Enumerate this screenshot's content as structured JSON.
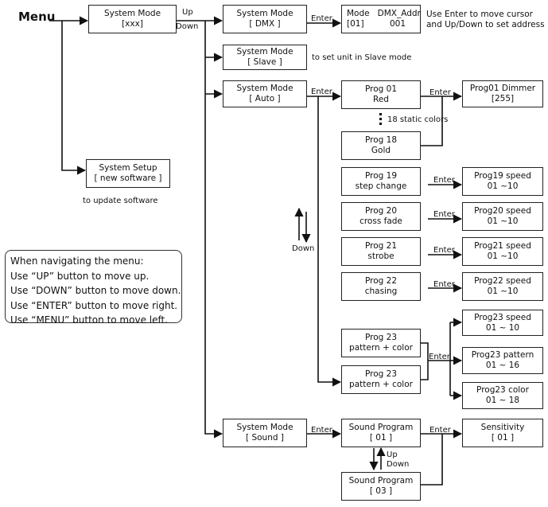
{
  "menu_label": "Menu",
  "transitions": {
    "up": "Up",
    "down": "Down",
    "enter": "Enter"
  },
  "system_mode_xxx": [
    "System Mode",
    "[xxx]"
  ],
  "system_setup": [
    "System Setup",
    "[ new software ]"
  ],
  "system_setup_note": "to update software",
  "dmx": {
    "mode": [
      "System Mode",
      "[ DMX ]"
    ],
    "address_header": {
      "mode": "Mode",
      "addr": "DMX_Addr"
    },
    "address_values": {
      "mode": "[01]",
      "addr": "001"
    },
    "note": [
      "Use Enter to move cursor",
      "and Up/Down to set address"
    ]
  },
  "slave": {
    "mode": [
      "System Mode",
      "[ Slave ]"
    ],
    "note": "to set unit in Slave mode"
  },
  "auto": {
    "mode": [
      "System Mode",
      "[ Auto ]"
    ],
    "prog01": [
      "Prog  01",
      "Red"
    ],
    "prog01_dimmer": [
      "Prog01  Dimmer",
      "[255]"
    ],
    "static_colors_note": "18 static colors",
    "prog18": [
      "Prog  18",
      "Gold"
    ],
    "prog19": [
      "Prog  19",
      "step change"
    ],
    "prog19_speed": [
      "Prog19 speed",
      "01  ~10"
    ],
    "prog20": [
      "Prog  20",
      "cross fade"
    ],
    "prog20_speed": [
      "Prog20 speed",
      "01  ~10"
    ],
    "prog21": [
      "Prog  21",
      "strobe"
    ],
    "prog21_speed": [
      "Prog21 speed",
      "01  ~10"
    ],
    "prog22": [
      "Prog  22",
      "chasing"
    ],
    "prog22_speed": [
      "Prog22 speed",
      "01  ~10"
    ],
    "prog23a": [
      "Prog  23",
      "pattern + color"
    ],
    "prog23b": [
      "Prog  23",
      "pattern + color"
    ],
    "prog23_speed": [
      "Prog23 speed",
      "01 ~ 10"
    ],
    "prog23_pattern": [
      "Prog23 pattern",
      "01 ~ 16"
    ],
    "prog23_color": [
      "Prog23 color",
      "01 ~ 18"
    ]
  },
  "sound": {
    "mode": [
      "System Mode",
      "[ Sound ]"
    ],
    "prog01": [
      "Sound Program",
      "[  01  ]"
    ],
    "prog03": [
      "Sound Program",
      "[  03  ]"
    ],
    "sensitivity": [
      "Sensitivity",
      "[  01  ]"
    ]
  },
  "instructions": [
    "When navigating the menu:",
    "Use “UP” button to move up.",
    "Use “DOWN” button to move down.",
    "Use “ENTER” button to move right.",
    "Use “MENU” button to move left."
  ]
}
